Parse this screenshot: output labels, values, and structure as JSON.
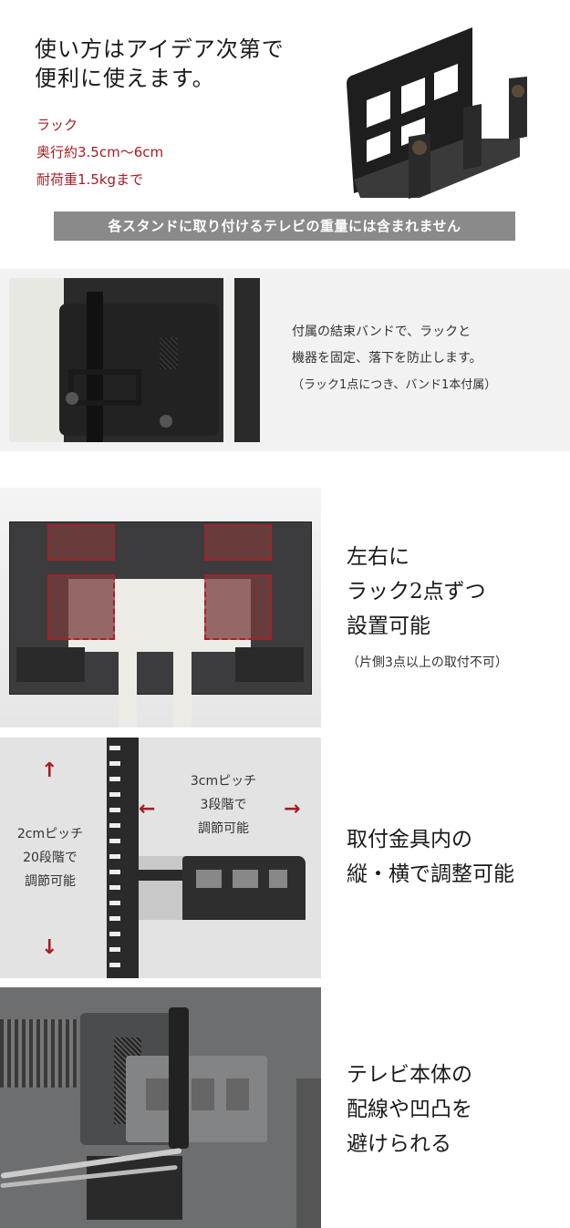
{
  "intro": {
    "headline": [
      "使い方はアイデア次第で",
      "便利に使えます。"
    ],
    "spec": [
      "ラック",
      "奥行約3.5cm〜6cm",
      "耐荷重1.5kgまで"
    ],
    "notice": "各スタンドに取り付けるテレビの重量には含まれません",
    "colors": {
      "accent": "#a51c24",
      "notice_bg": "#8a8a8a"
    }
  },
  "band": {
    "lines": [
      "付属の結束バンドで、ラックと",
      "機器を固定、落下を防止します。"
    ],
    "note": "（ラック1点につき、バンド1本付属）",
    "panel_bg": "#f2f2f2"
  },
  "placement": {
    "lines": [
      "左右に",
      "ラック2点ずつ",
      "設置可能"
    ],
    "note": "（片側3点以上の取付不可）"
  },
  "adjust": {
    "vertical_label": [
      "2cmピッチ",
      "20段階で",
      "調節可能"
    ],
    "horizontal_label": [
      "3cmピッチ",
      "3段階で",
      "調節可能"
    ],
    "arrows": {
      "up": "↑",
      "down": "↓",
      "left": "←",
      "right": "→"
    },
    "lines": [
      "取付金具内の",
      "縦・横で調整可能"
    ]
  },
  "wiring": {
    "lines": [
      "テレビ本体の",
      "配線や凹凸を",
      "避けられる"
    ]
  }
}
